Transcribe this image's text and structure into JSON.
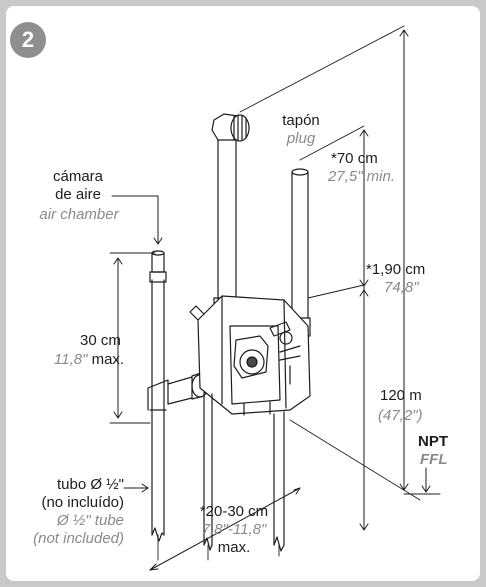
{
  "step_number": "2",
  "labels": {
    "plug_es": "tapón",
    "plug_en": "plug",
    "air_chamber_es_1": "cámara",
    "air_chamber_es_2": "de aire",
    "air_chamber_en": "air chamber",
    "min_height_value": "*70 cm",
    "min_height_imperial": "27,5\" min.",
    "total_height_value": "*1,90 cm",
    "total_height_imperial": "74,8\"",
    "chamber_height_value": "30 cm",
    "chamber_height_imperial": "11,8\"",
    "chamber_height_suffix": "max.",
    "valve_height_value": "120 m",
    "valve_height_imperial": "(47,2\")",
    "floor_es": "NPT",
    "floor_en": "FFL",
    "tube_es_1": "tubo Ø ½\"",
    "tube_es_2": "(no incluído)",
    "tube_en_1": "Ø ½\" tube",
    "tube_en_2": "(not included)",
    "spacing_value": "*20-30 cm",
    "spacing_imperial": "7,8\"-11,8\"",
    "spacing_suffix": "max."
  },
  "colors": {
    "frame": "#c9c9c9",
    "badge": "#8e8e8e",
    "line": "#1d1d1d",
    "imperial_text": "#8a8a8a"
  }
}
